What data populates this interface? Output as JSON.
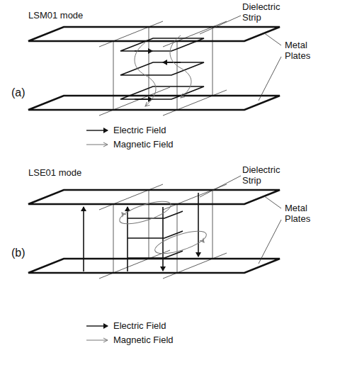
{
  "diagram": {
    "labels": [
      "LSM01 mode",
      "Dielectric Strip",
      "Metal Plates",
      "(a)",
      "LSE01 mode",
      "Dielectric Strip",
      "Metal Plates",
      "(b)"
    ],
    "legend": [
      {
        "text": "Electric Field"
      },
      {
        "text": "Magnetic Field"
      },
      {
        "text": "Electric Field"
      },
      {
        "text": "Magnetic Field"
      }
    ]
  }
}
